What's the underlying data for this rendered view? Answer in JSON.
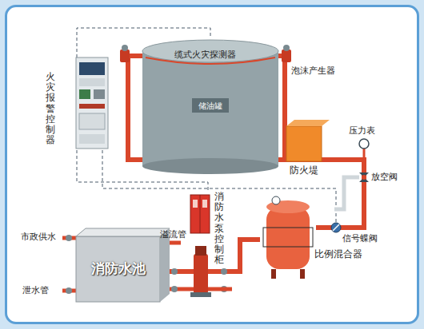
{
  "diagram": {
    "nodes": [
      {
        "text": [
          "火灾报警控制器"
        ]
      },
      {
        "text": [
          "储油罐"
        ]
      },
      {
        "text": [
          "防火堤"
        ]
      },
      {
        "text": [
          "比例混合器"
        ]
      },
      {
        "text": [
          "消防水泵控制柜"
        ]
      },
      {
        "text": [
          "消防水池"
        ]
      }
    ],
    "edges": [
      {
        "from": 0,
        "to": 1,
        "arrow": "none"
      },
      {
        "from": 0,
        "to": 4,
        "arrow": "none"
      },
      {
        "from": 5,
        "to": 3,
        "arrow": "none"
      },
      {
        "from": 3,
        "to": 1,
        "arrow": "none"
      }
    ],
    "labels": [
      "缆式火灾探测器",
      "泡沫产生器",
      "压力表",
      "放空阀",
      "信号蝶阀",
      "市政供水",
      "溢流管",
      "泄水管"
    ]
  }
}
